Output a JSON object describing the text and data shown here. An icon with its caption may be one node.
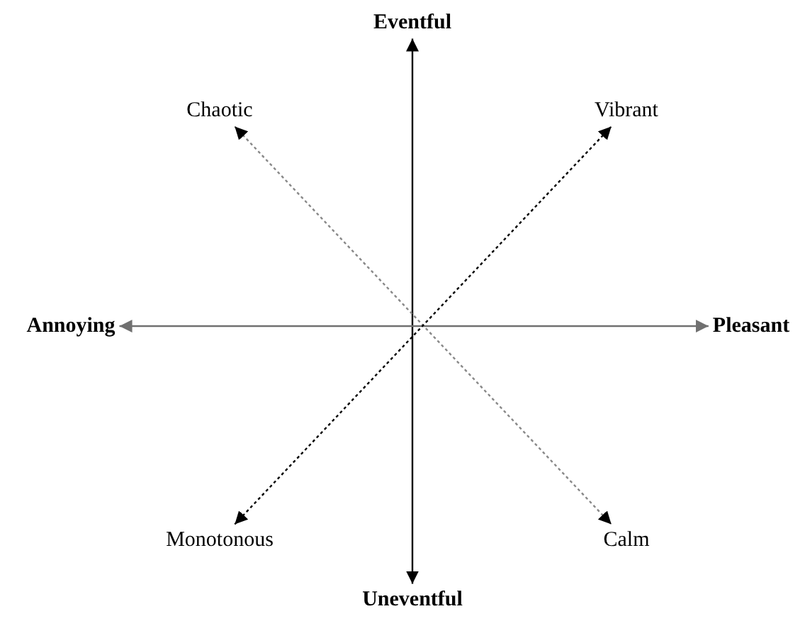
{
  "diagram": {
    "nodes": [
      {
        "text": [
          "Eventful"
        ]
      },
      {
        "text": [
          "Chaotic"
        ]
      },
      {
        "text": [
          "Vibrant"
        ]
      },
      {
        "text": [
          "Annoying"
        ]
      },
      {
        "text": [
          "Pleasant"
        ]
      },
      {
        "text": [
          "Monotonous"
        ]
      },
      {
        "text": [
          "Calm"
        ]
      },
      {
        "text": [
          "Uneventful"
        ]
      }
    ],
    "edges": [
      {
        "from": 0,
        "to": 7,
        "arrow": "both"
      },
      {
        "from": 3,
        "to": 4,
        "arrow": "both",
        "color": "#707070"
      },
      {
        "from": 1,
        "to": 6,
        "arrow": "both",
        "style": "dashed",
        "color": "#888888"
      },
      {
        "from": 5,
        "to": 2,
        "arrow": "both",
        "style": "dashed"
      }
    ]
  }
}
